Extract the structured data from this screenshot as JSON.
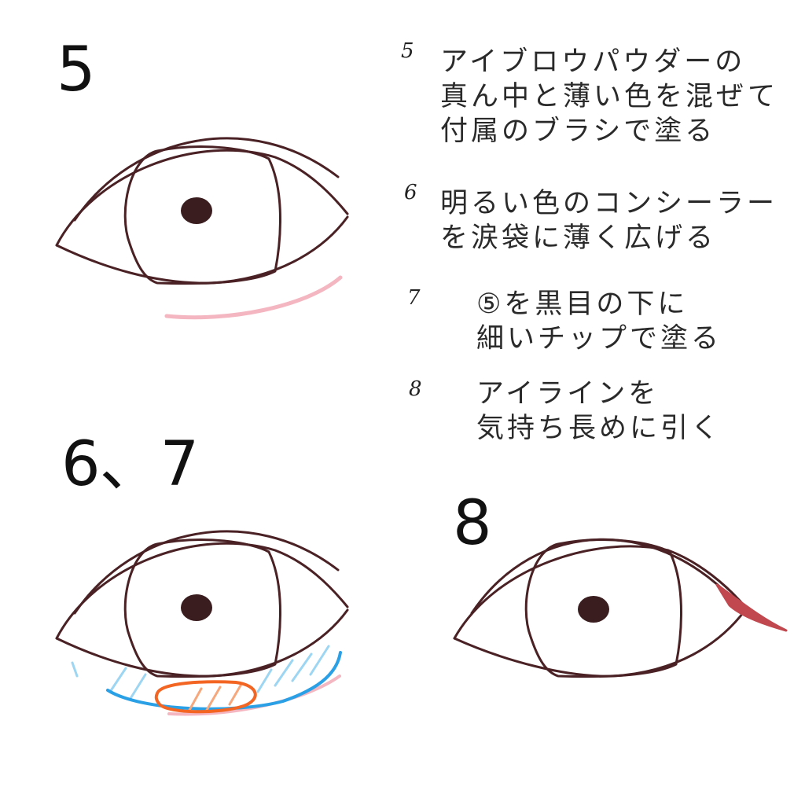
{
  "panels": {
    "p5": {
      "number": "5"
    },
    "p67": {
      "number": "6、7"
    },
    "p8": {
      "number": "8"
    }
  },
  "steps": [
    {
      "num": "5",
      "lines": [
        "アイブロウパウダーの",
        "真ん中と薄い色を混ぜて",
        "付属のブラシで塗る"
      ]
    },
    {
      "num": "6",
      "lines": [
        "明るい色のコンシーラー",
        "を涙袋に薄く広げる"
      ]
    },
    {
      "num": "7",
      "lines": [
        "⑤を黒目の下に",
        "細いチップで塗る"
      ]
    },
    {
      "num": "8",
      "lines": [
        "アイラインを",
        "気持ち長めに引く"
      ]
    }
  ],
  "colors": {
    "outline": "#4a2124",
    "pupil": "#3a1d1f",
    "pink_shadow": "#f4b6c0",
    "concealer_blue": "#2aa0e6",
    "hatch_blue": "#9dd6f3",
    "chip_orange": "#f26522",
    "hatch_orange": "#f7a77c",
    "eyeliner_red": "#c0484e"
  }
}
